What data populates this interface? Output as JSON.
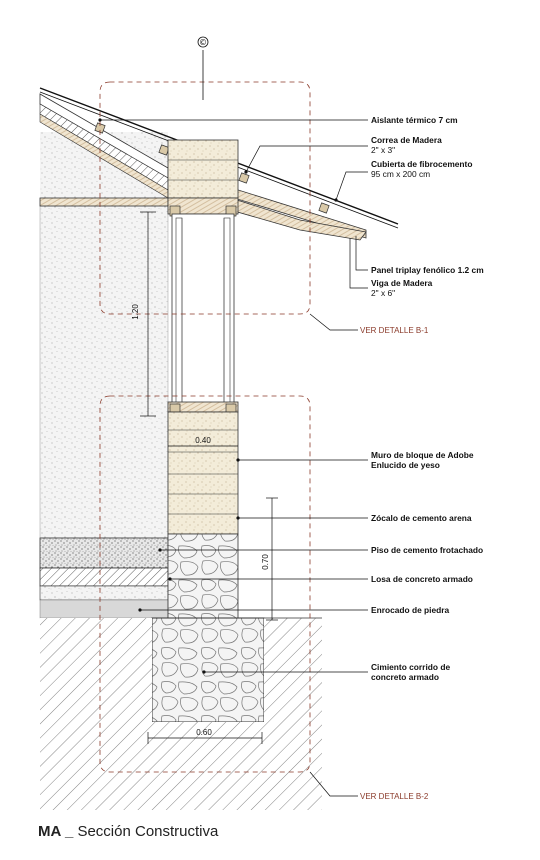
{
  "marker_symbol": "©",
  "title": {
    "code": "MA _",
    "text": "Sección Constructiva"
  },
  "labels": {
    "aislante": "Aislante térmico 7 cm",
    "correa": "Correa de Madera",
    "correa_size": "2\" x 3\"",
    "cubierta": "Cubierta de fibrocemento",
    "cubierta_size": "95 cm x 200 cm",
    "panel": "Panel triplay fenólico 1.2 cm",
    "viga": "Viga de Madera",
    "viga_size": "2\" x 6\"",
    "muro": "Muro de bloque de Adobe",
    "enlucido": "Enlucido de yeso",
    "zocalo": "Zócalo de cemento arena",
    "piso": "Piso de cemento frotachado",
    "losa": "Losa de concreto armado",
    "enrocado": "Enrocado de piedra",
    "cimiento": "Cimiento corrido de",
    "cimiento_2": "concreto armado"
  },
  "dimensions": {
    "window_height": "1.20",
    "wall_thickness": "0.40",
    "plinth_height": "0.70",
    "footing_width": "0.60"
  },
  "references": {
    "detail_b1": "VER DETALLE B-1",
    "detail_b2": "VER DETALLE B-2"
  },
  "colors": {
    "line": "#111111",
    "reference": "#8a3a2a",
    "adobe_fill": "#f3ecd9",
    "stone_fill": "#f2f2f2",
    "earth_hatch": "#555555"
  }
}
